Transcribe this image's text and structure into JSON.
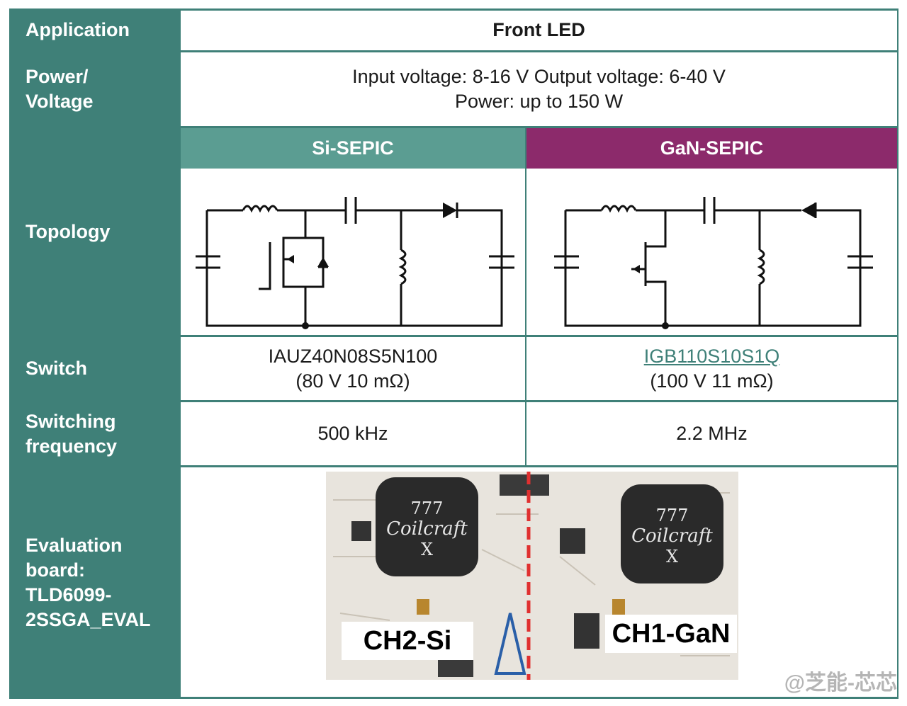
{
  "headers": {
    "application": "Application",
    "power_voltage": [
      "Power/",
      "Voltage"
    ],
    "topology": "Topology",
    "switch": "Switch",
    "switching_frequency": [
      "Switching",
      "frequency"
    ],
    "evaluation_board": [
      "Evaluation",
      "board:",
      "TLD6099-",
      "2SSGA_EVAL"
    ]
  },
  "application_value": "Front LED",
  "power_lines": [
    "Input voltage: 8-16 V Output voltage: 6-40 V",
    "Power: up to 150 W"
  ],
  "columns": {
    "si": {
      "title": "Si-SEPIC",
      "switch_part": "IAUZ40N08S5N100",
      "switch_spec": "(80 V 10 mΩ)",
      "frequency": "500 kHz"
    },
    "gan": {
      "title": "GaN-SEPIC",
      "switch_part": "IGB110S10S1Q",
      "switch_spec": "(100 V 11 mΩ)",
      "frequency": "2.2 MHz"
    }
  },
  "board": {
    "label_si": "CH2-Si",
    "label_gan": "CH1-GaN",
    "coil_number": "777",
    "coil_brand": "Coilcraft",
    "coil_mark": "X"
  },
  "watermark": "@芝能-芯芯",
  "colors": {
    "header_teal": "#3f8078",
    "si_header": "#5b9d92",
    "gan_header": "#8c2a6b",
    "divider_red": "#e03030"
  }
}
